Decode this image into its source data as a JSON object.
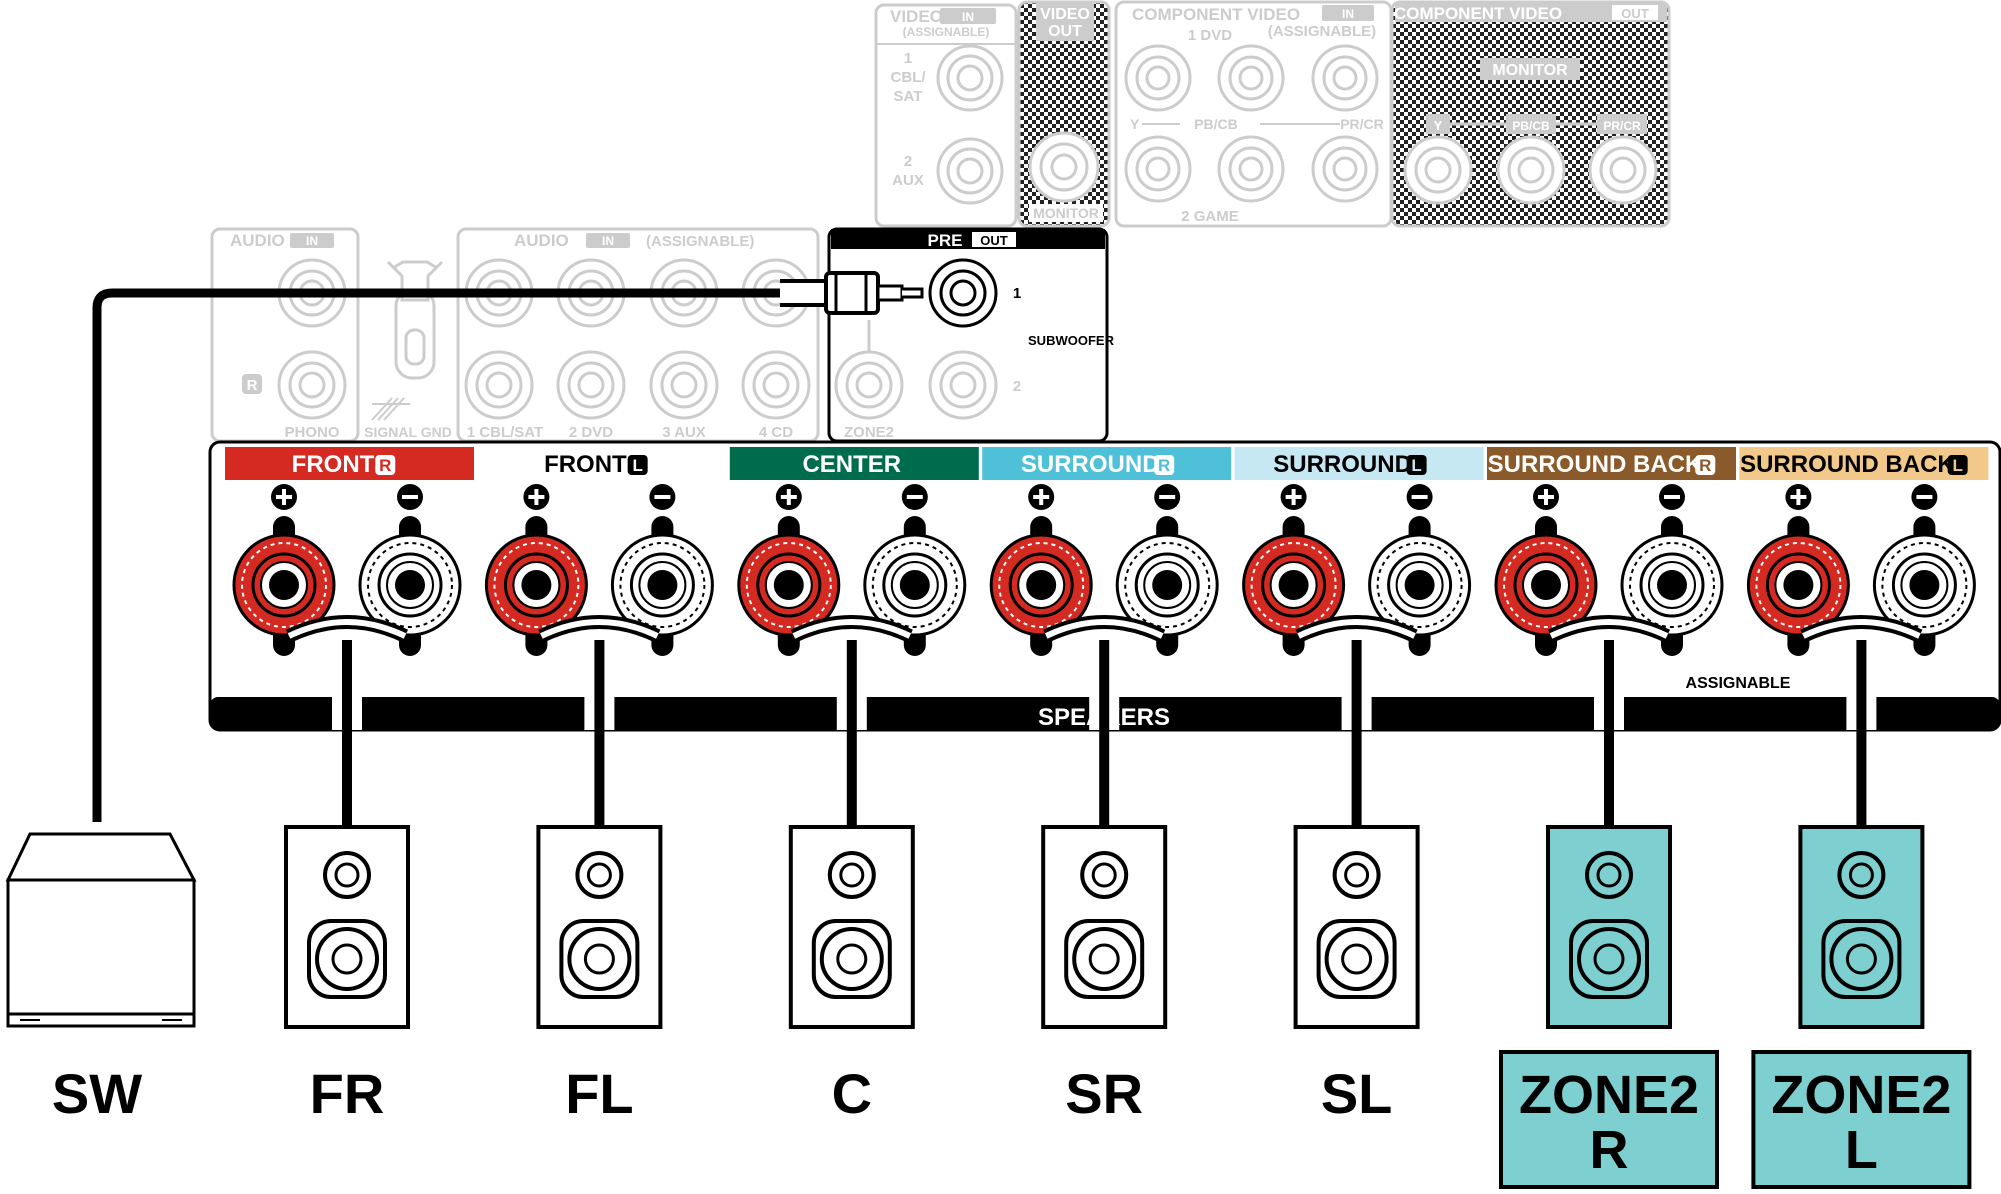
{
  "video_in": {
    "title": "VIDEO",
    "badge": "IN",
    "subtitle": "(ASSIGNABLE)",
    "input1_label": [
      "1",
      "CBL/",
      "SAT"
    ],
    "input2_label": [
      "2",
      "AUX"
    ]
  },
  "video_out": {
    "title": [
      "VIDEO",
      "OUT"
    ],
    "jack_label": "MONITOR"
  },
  "component_in": {
    "title": "COMPONENT VIDEO",
    "badge": "IN",
    "subtitle": "(ASSIGNABLE)",
    "row1_label": "1 DVD",
    "row2_label": "2 GAME",
    "y_label": "Y",
    "pb_label": "PB/CB",
    "pr_label": "PR/CR"
  },
  "component_out": {
    "title": "COMPONENT VIDEO",
    "badge": "OUT",
    "group_label": "MONITOR",
    "y_label": "Y",
    "pb_label": "PB/CB",
    "pr_label": "PR/CR"
  },
  "audio_in_phono": {
    "title": "AUDIO",
    "badge": "IN",
    "r_marker": "R",
    "label": "PHONO"
  },
  "signal_gnd": {
    "label": "SIGNAL GND"
  },
  "audio_in": {
    "title": "AUDIO",
    "badge": "IN",
    "subtitle": "(ASSIGNABLE)",
    "inputs": [
      "1 CBL/SAT",
      "2 DVD",
      "3 AUX",
      "4 CD"
    ],
    "zone2_label": "ZONE2"
  },
  "pre_out": {
    "title": "PRE",
    "badge": "OUT",
    "jack1": "1",
    "jack2": "2",
    "label": "SUBWOOFER"
  },
  "speaker_panel": {
    "title": "SPEAKERS",
    "assignable_label": "ASSIGNABLE"
  },
  "channels": [
    {
      "name": "FRONT",
      "side": "R",
      "color": "#d42a22",
      "text_color": "#ffffff",
      "speaker_label": [
        "FR"
      ],
      "zone": false
    },
    {
      "name": "FRONT",
      "side": "L",
      "color": "#ffffff",
      "text_color": "#000000",
      "speaker_label": [
        "FL"
      ],
      "zone": false
    },
    {
      "name": "CENTER",
      "side": "",
      "color": "#006c4e",
      "text_color": "#ffffff",
      "speaker_label": [
        "C"
      ],
      "zone": false
    },
    {
      "name": "SURROUND",
      "side": "R",
      "color": "#4ec0d8",
      "text_color": "#ffffff",
      "speaker_label": [
        "SR"
      ],
      "zone": false
    },
    {
      "name": "SURROUND",
      "side": "L",
      "color": "#c6e8f2",
      "text_color": "#000000",
      "speaker_label": [
        "SL"
      ],
      "zone": false
    },
    {
      "name": "SURROUND BACK",
      "side": "R",
      "color": "#8b5a2b",
      "text_color": "#ffffff",
      "speaker_label": [
        "ZONE2",
        "R"
      ],
      "zone": true
    },
    {
      "name": "SURROUND BACK",
      "side": "L",
      "color": "#f2c98a",
      "text_color": "#000000",
      "speaker_label": [
        "ZONE2",
        "L"
      ],
      "zone": true
    }
  ],
  "subwoofer": {
    "label": "SW"
  },
  "colors": {
    "red_terminal": "#d42a22",
    "zone_fill": "#7ecfcf",
    "faded": "#cccccc"
  }
}
